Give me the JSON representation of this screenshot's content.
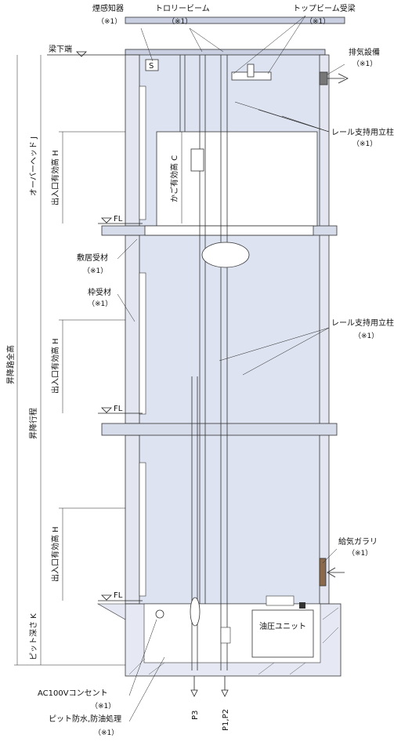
{
  "labels": {
    "smoke_detector": "煙感知器",
    "smoke_detector_note": "（※1）",
    "trolley_beam": "トロリービーム",
    "trolley_beam_note": "（※1）",
    "top_beam_support": "トップビーム受梁",
    "top_beam_support_note": "（※1）",
    "beam_bottom": "梁下端",
    "smoke_symbol": "S",
    "exhaust_equipment": "排気設備",
    "exhaust_equipment_note": "（※1）",
    "rail_post_upper": "レール支持用立柱",
    "rail_post_upper_note": "（※1）",
    "overhead": "オーバーヘッド J",
    "door_height_top": "出入口有効高 H",
    "car_height": "かご有効高 C",
    "fl_top": "FL",
    "sill_support": "敷居受材",
    "sill_support_note": "（※1）",
    "frame_support": "枠受材",
    "frame_support_note": "（※1）",
    "rail_post_mid": "レール支持用立柱",
    "rail_post_mid_note": "（※1）",
    "hoistway_total_height": "昇降路全高",
    "travel": "昇降行程",
    "door_height_mid": "出入口有効高 H",
    "fl_mid": "FL",
    "door_height_bottom": "出入口有効高 H",
    "supply_grille": "給気ガラリ",
    "supply_grille_note": "（※1）",
    "fl_bottom": "FL",
    "pit_depth": "ピット深さ K",
    "hydraulic_unit": "油圧ユニット",
    "outlet": "AC100Vコンセント",
    "outlet_note": "（※1）",
    "pit_waterproof": "ピット防水,防油処理",
    "pit_waterproof_note": "（※1）",
    "p3": "P3",
    "p1p2": "P1,P2"
  }
}
